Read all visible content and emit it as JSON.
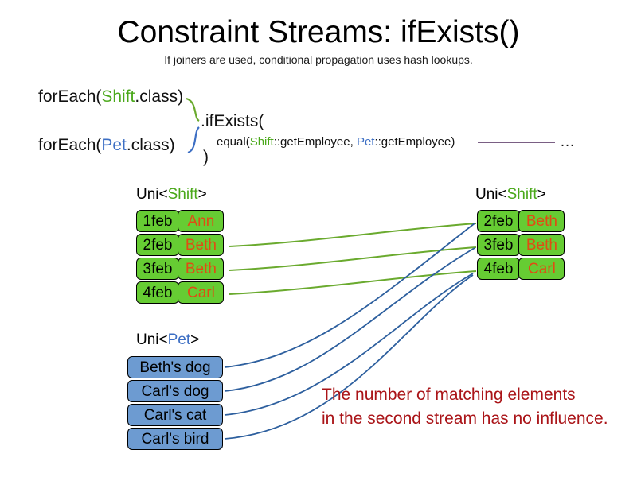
{
  "header": {
    "title": "Constraint Streams: ifExists()",
    "subtitle": "If joiners are used, conditional propagation uses hash lookups."
  },
  "code": {
    "foreach_shift_prefix": "forEach(",
    "foreach_shift_type": "Shift",
    "foreach_shift_suffix": ".class)",
    "foreach_pet_prefix": "forEach(",
    "foreach_pet_type": "Pet",
    "foreach_pet_suffix": ".class)",
    "if_exists": ".ifExists(",
    "equal_prefix": "equal(",
    "equal_shift_type": "Shift",
    "equal_shift_method": "::getEmployee, ",
    "equal_pet_type": "Pet",
    "equal_pet_method": "::getEmployee)",
    "close_paren": ")",
    "ellipsis": "…"
  },
  "streams": {
    "left_shift": {
      "label_prefix": "Uni<",
      "label_type": "Shift",
      "label_suffix": ">",
      "rows": [
        {
          "date": "1feb",
          "name": "Ann"
        },
        {
          "date": "2feb",
          "name": "Beth"
        },
        {
          "date": "3feb",
          "name": "Beth"
        },
        {
          "date": "4feb",
          "name": "Carl"
        }
      ]
    },
    "right_shift": {
      "label_prefix": "Uni<",
      "label_type": "Shift",
      "label_suffix": ">",
      "rows": [
        {
          "date": "2feb",
          "name": "Beth"
        },
        {
          "date": "3feb",
          "name": "Beth"
        },
        {
          "date": "4feb",
          "name": "Carl"
        }
      ]
    },
    "pet": {
      "label_prefix": "Uni<",
      "label_type": "Pet",
      "label_suffix": ">",
      "rows": [
        {
          "text": "Beth's dog"
        },
        {
          "text": "Carl's dog"
        },
        {
          "text": "Carl's cat"
        },
        {
          "text": "Carl's bird"
        }
      ]
    }
  },
  "annotation": {
    "line1": "The number of matching elements",
    "line2": "in the second stream has no influence."
  },
  "colors": {
    "shift_green": "#66cc33",
    "shift_type_text": "#4aa81a",
    "pet_blue": "#6d9bd1",
    "pet_type_text": "#3d6fc4",
    "name_orange": "#e04c14",
    "annotation_red": "#aa1418",
    "green_wire": "#6aaa2e",
    "blue_wire": "#2d5f9e",
    "purple_rule": "#7a5f84"
  }
}
